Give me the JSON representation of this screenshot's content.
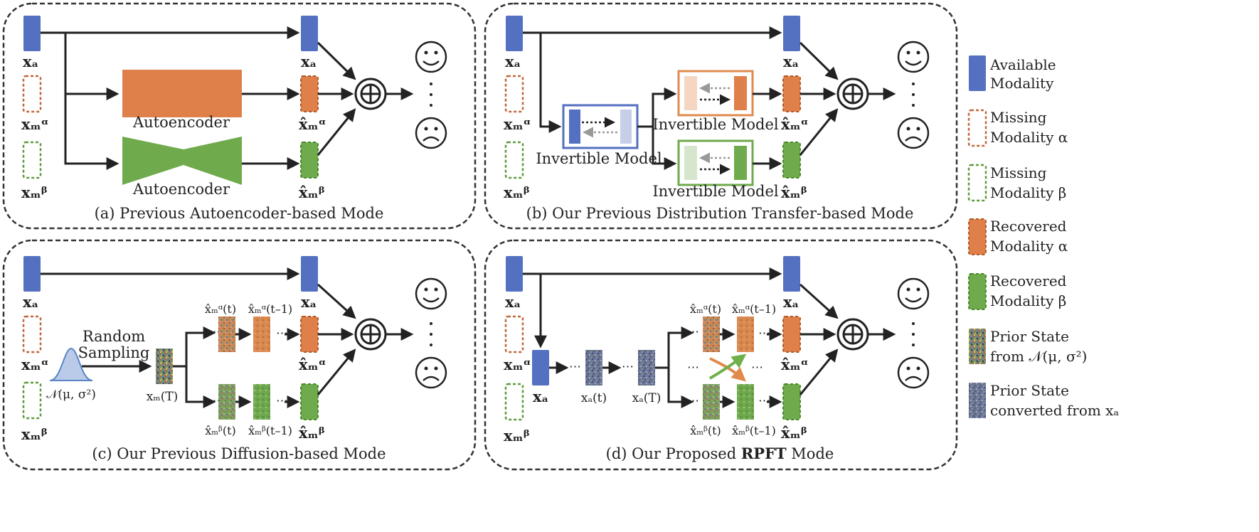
{
  "panels": {
    "a": {
      "caption": "(a) Previous Autoencoder-based Mode",
      "ae_top": "Autoencoder",
      "ae_bottom": "Autoencoder"
    },
    "b": {
      "caption": "(b) Our Previous Distribution Transfer-based Mode",
      "inv_main": "Invertible Model",
      "inv_top": "Invertible Model",
      "inv_bottom": "Invertible Model"
    },
    "c": {
      "caption": "(c) Our Previous Diffusion-based Mode",
      "sampling_line1": "Random",
      "sampling_line2": "Sampling",
      "gaussian": "𝒩(μ, σ²)",
      "xm_T": "xₘ(T)",
      "xa_t_top": "x̂ₘᵅ(t)",
      "xa_t1_top": "x̂ₘᵅ(t–1)",
      "xb_t_bot": "x̂ₘᵝ(t)",
      "xb_t1_bot": "x̂ₘᵝ(t–1)"
    },
    "d": {
      "caption_prefix": "(d) Our Proposed ",
      "caption_bold": "RPFT",
      "caption_suffix": " Mode",
      "xa_t": "xₐ(t)",
      "xa_T": "xₐ(T)",
      "xa_t_top": "x̂ₘᵅ(t)",
      "xa_t1_top": "x̂ₘᵅ(t–1)",
      "xb_t_bot": "x̂ₘᵝ(t)",
      "xb_t1_bot": "x̂ₘᵝ(t–1)"
    }
  },
  "symbols": {
    "xa": "xₐ",
    "xm_alpha": "xₘᵅ",
    "xm_beta": "xₘᵝ",
    "xhat_alpha": "x̂ₘᵅ",
    "xhat_beta": "x̂ₘᵝ",
    "oplus": "⊕",
    "smile": "☺",
    "frown": "☹",
    "dots": "⋮"
  },
  "legend": [
    {
      "line1": "Available",
      "line2": "Modality"
    },
    {
      "line1": "Missing",
      "line2": "Modality α"
    },
    {
      "line1": "Missing",
      "line2": "Modality β"
    },
    {
      "line1": "Recovered",
      "line2": "Modality α"
    },
    {
      "line1": "Recovered",
      "line2": "Modality β"
    },
    {
      "line1": "Prior State",
      "line2": "from 𝒩(μ, σ²)"
    },
    {
      "line1": "Prior State",
      "line2": "converted from xₐ"
    }
  ],
  "colors": {
    "blue": "#5470c0",
    "orange": "#df7f4a",
    "green": "#6faa4c",
    "border": "#333333"
  }
}
